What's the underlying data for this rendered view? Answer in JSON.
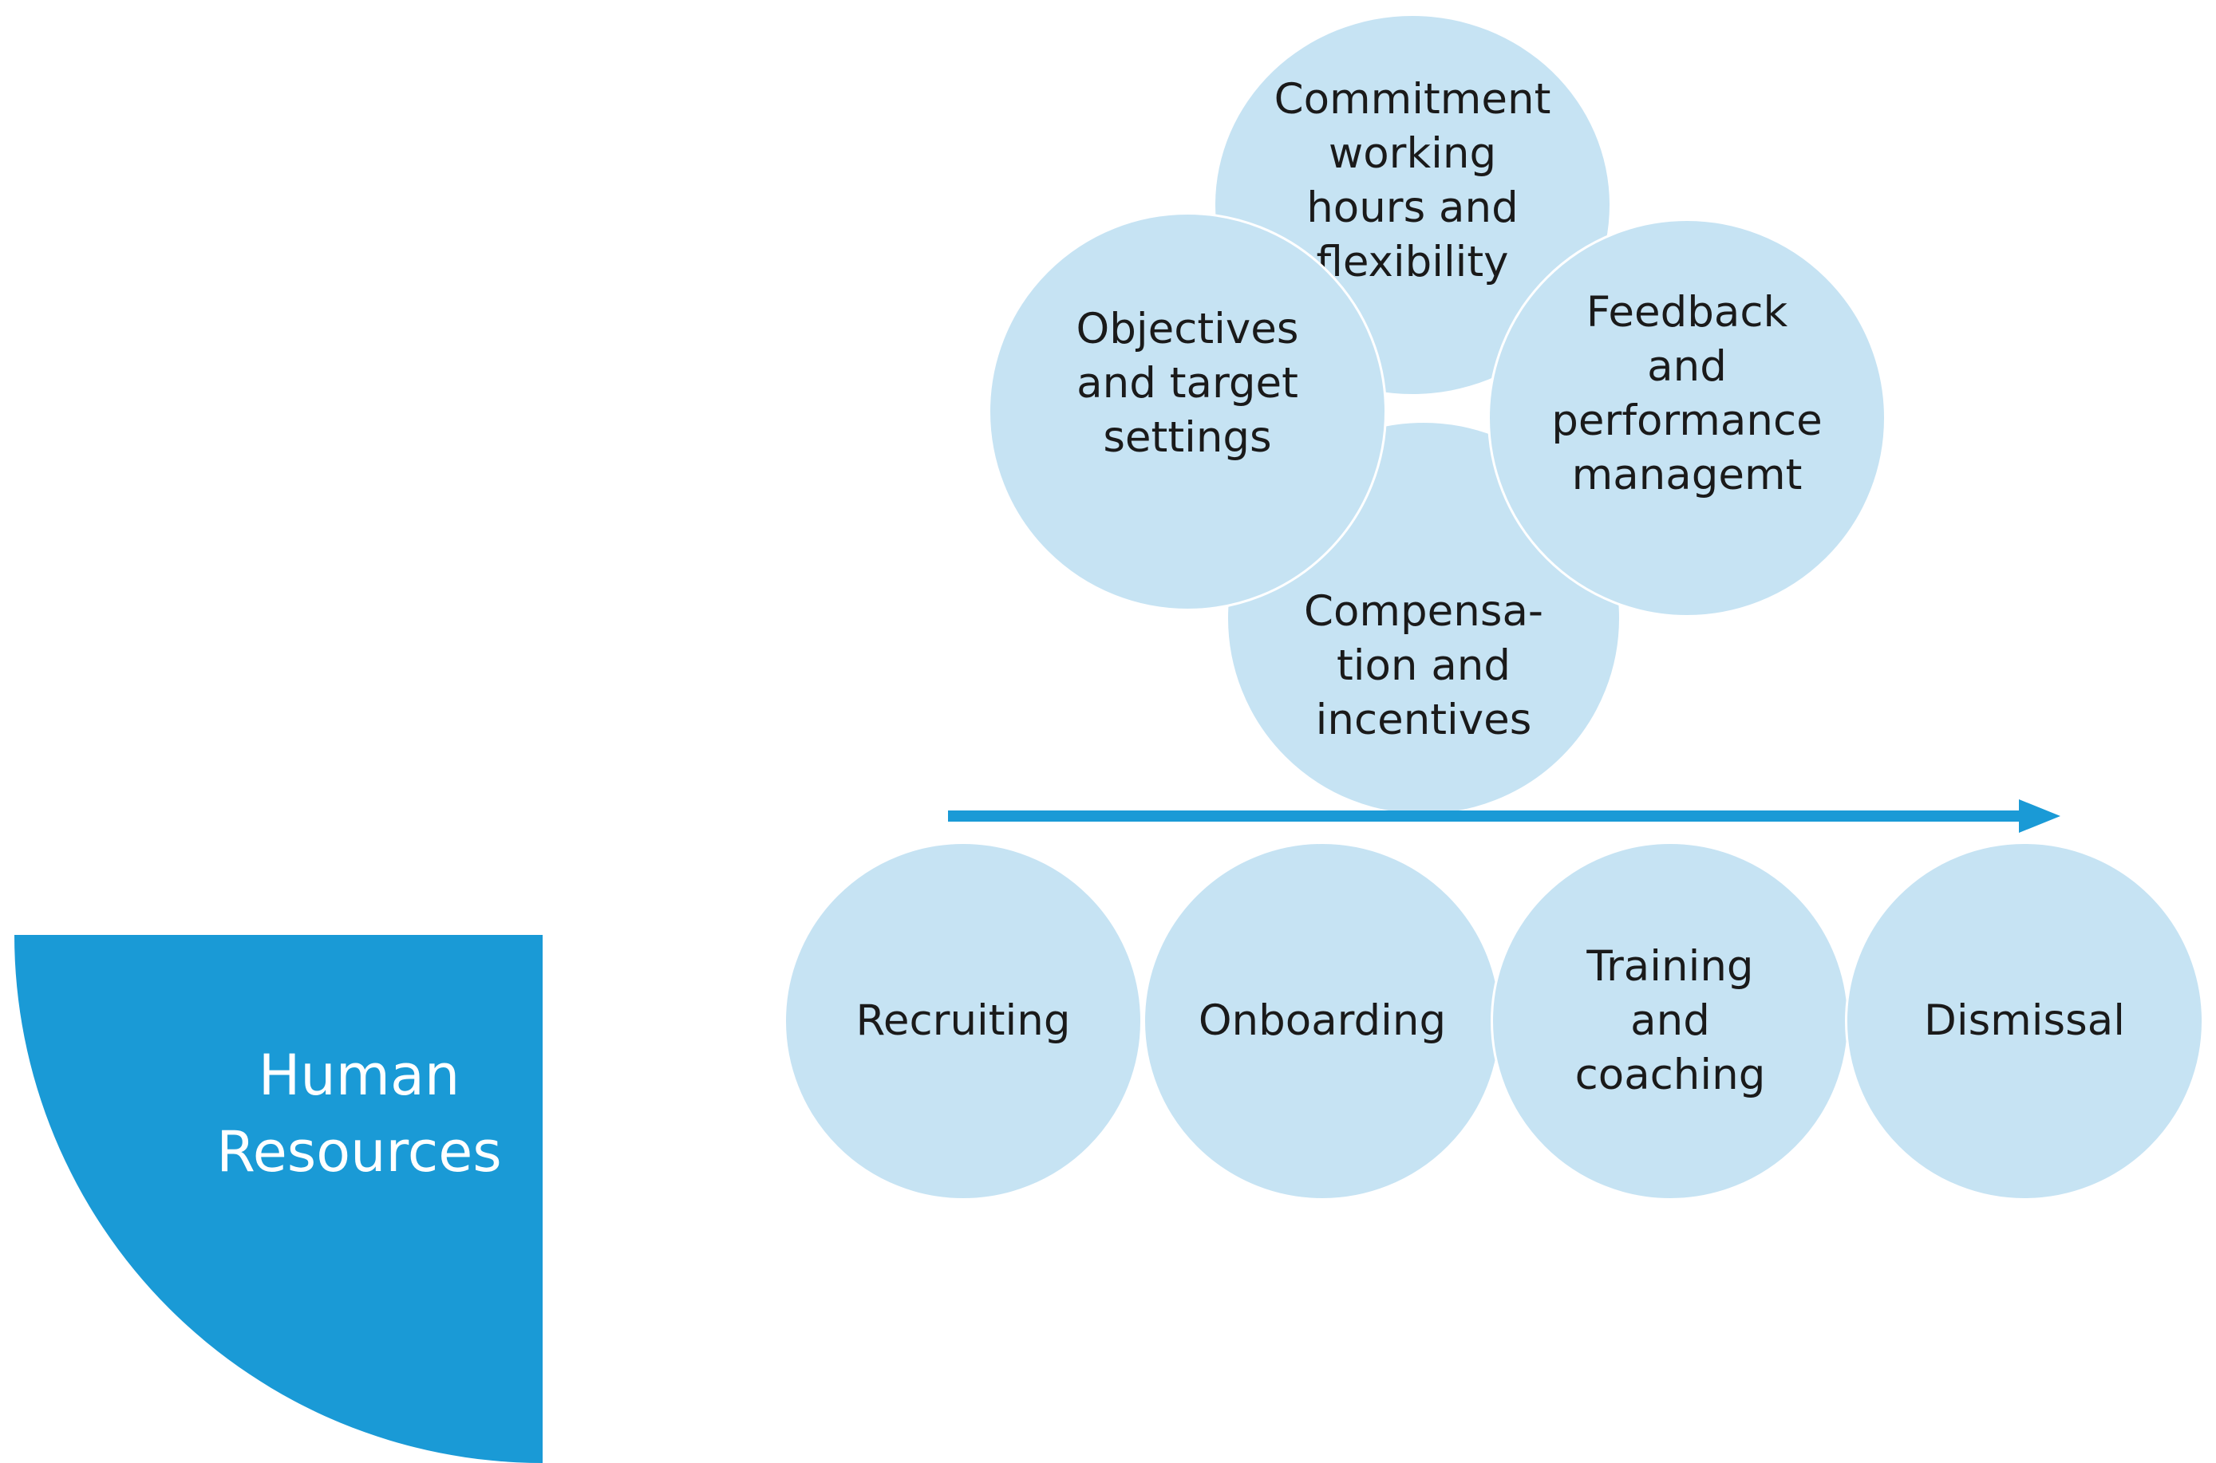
{
  "colors": {
    "accent_blue": "#1a9ad6",
    "circle_fill": "#c6e3f3",
    "arrow": "#1a9ad6",
    "text": "#1a1a1a",
    "label_on_accent": "#ffffff"
  },
  "human_resources": {
    "lines": [
      "Human",
      "Resources"
    ]
  },
  "cluster": {
    "commitment": {
      "lines": [
        "Commitment",
        "working",
        "hours and",
        "flexibility"
      ]
    },
    "objectives": {
      "lines": [
        "Objectives",
        "and target",
        "settings"
      ]
    },
    "feedback": {
      "lines": [
        "Feedback",
        "and",
        "performance",
        "managemt"
      ]
    },
    "compensation": {
      "lines": [
        "Compensa-",
        "tion and",
        "incentives"
      ]
    }
  },
  "process": {
    "recruiting": {
      "lines": [
        "Recruiting"
      ]
    },
    "onboarding": {
      "lines": [
        "Onboarding"
      ]
    },
    "training": {
      "lines": [
        "Training",
        "and",
        "coaching"
      ]
    },
    "dismissal": {
      "lines": [
        "Dismissal"
      ]
    }
  }
}
